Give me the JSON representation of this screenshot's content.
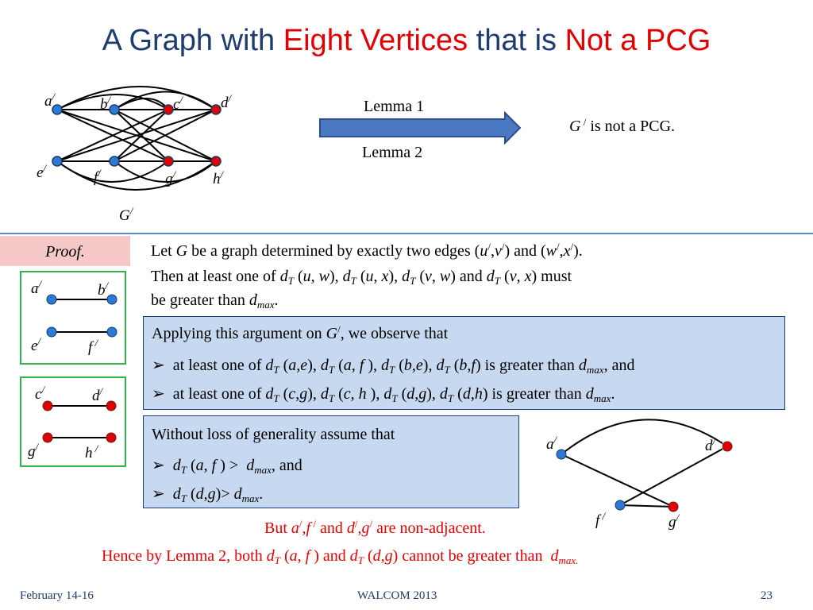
{
  "title": {
    "part1": "A Graph with ",
    "part2": "Eight Vertices",
    "part3": " that is ",
    "part4": "Not a PCG"
  },
  "top_graph": {
    "labels": {
      "a": "a",
      "b": "b",
      "c": "c",
      "d": "d",
      "e": "e",
      "f": "f",
      "g": "g",
      "h": "h"
    },
    "name": "G",
    "prime": "/"
  },
  "arrow": {
    "lemma1": "Lemma 1",
    "lemma2": "Lemma 2"
  },
  "conclusion": {
    "g": "G",
    "prime": " /",
    "rest": " is not a PCG."
  },
  "proof_label": "Proof.",
  "proof_text": {
    "l1_a": "Let ",
    "l1_g": "G",
    "l1_b": " be a graph determined by exactly two edges (",
    "l1_u": "u",
    "l1_v": "v",
    "l1_c": ") and (",
    "l1_w": "w",
    "l1_x": "x",
    "l1_d": ").",
    "l2_a": "Then at least one of ",
    "l2_b": " must",
    "l3_a": " be greater than ",
    "l3_dmax": "d",
    "l3_max": "max",
    "l3_end": "."
  },
  "pairs": {
    "box1": {
      "a": "a",
      "b": "b",
      "e": "e",
      "f": "f"
    },
    "box2": {
      "c": "c",
      "d": "d",
      "g": "g",
      "h": "h"
    }
  },
  "box_applying": {
    "header_a": "Applying this argument on ",
    "header_g": "G",
    "header_b": ", we observe that",
    "bullet1_end": " is greater than ",
    "bullet1_and": ", and",
    "bullet2_end": " is greater than "
  },
  "box_wlog": {
    "header": "Without loss of generality assume that",
    "b1_and": ", and"
  },
  "small_graph": {
    "a": "a",
    "d": "d",
    "f": "f",
    "g": "g"
  },
  "bottom": {
    "line1_a": "But ",
    "line1_b": " and ",
    "line1_c": " are non-adjacent.",
    "line2_a": "Hence by Lemma 2, both ",
    "line2_b": " and ",
    "line2_c": " cannot be greater than "
  },
  "footer": {
    "left": "February 14-16",
    "center": "WALCOM 2013",
    "right": "23"
  },
  "colors": {
    "blue_vertex": "#2b7bd6",
    "red_vertex": "#e00000",
    "title": "#1f3c6e",
    "red_text": "#e00000"
  }
}
